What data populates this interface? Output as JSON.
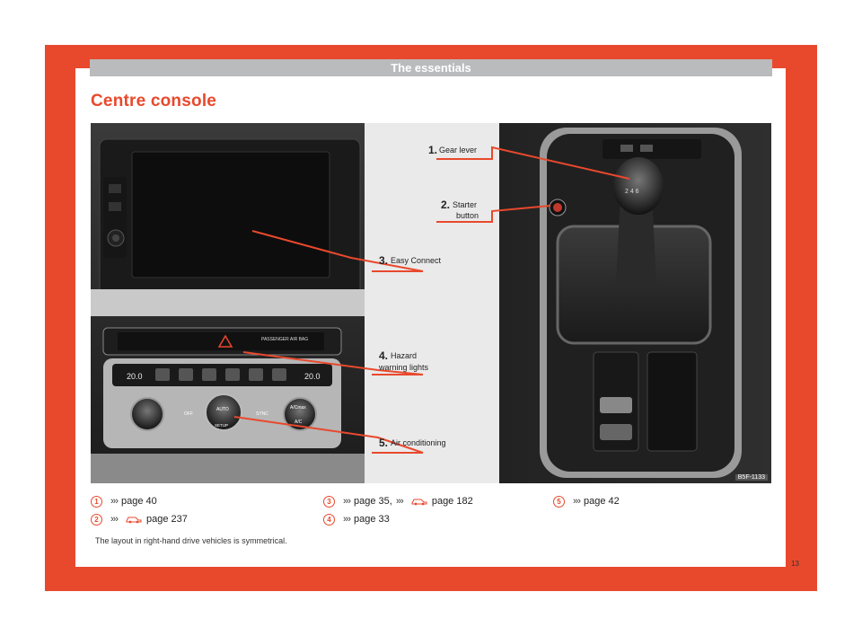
{
  "header": {
    "section": "The essentials"
  },
  "title": "Centre console",
  "figure": {
    "callouts": [
      {
        "num": "1.",
        "text": "Gear lever"
      },
      {
        "num": "2.",
        "text1": "Starter",
        "text2": "button"
      },
      {
        "num": "3.",
        "text": "Easy Connect"
      },
      {
        "num": "4.",
        "text1": "Hazard",
        "text2": "warning lights"
      },
      {
        "num": "5.",
        "text": "Air conditioning"
      }
    ],
    "image_id": "B5F-1133",
    "console_labels": {
      "passenger_airbag": "PASSENGER AIR BAG",
      "temp_left": "20.0",
      "temp_right": "20.0",
      "off": "OFF",
      "auto": "AUTO",
      "setup": "SETUP",
      "sync": "SYNC",
      "ac_max": "A/Cmax",
      "ac": "A/C",
      "gear_pattern": "2 4 6"
    }
  },
  "references": [
    {
      "num": "1",
      "arrow": "›››",
      "text": "page 40"
    },
    {
      "num": "2",
      "arrow": "›››",
      "text": "page 237",
      "icon": "car-book-icon"
    },
    {
      "num": "3",
      "arrow": "›››",
      "text": "page 35,",
      "arrow2": "›››",
      "text2": "page 182",
      "icon": "car-book-icon"
    },
    {
      "num": "4",
      "arrow": "›››",
      "text": "page 33"
    },
    {
      "num": "5",
      "arrow": "›››",
      "text": "page 42"
    }
  ],
  "note": "The layout in right-hand drive vehicles is symmetrical.",
  "page_number": "13",
  "colors": {
    "accent": "#e8492d",
    "header_gray": "#b9bbbd"
  }
}
